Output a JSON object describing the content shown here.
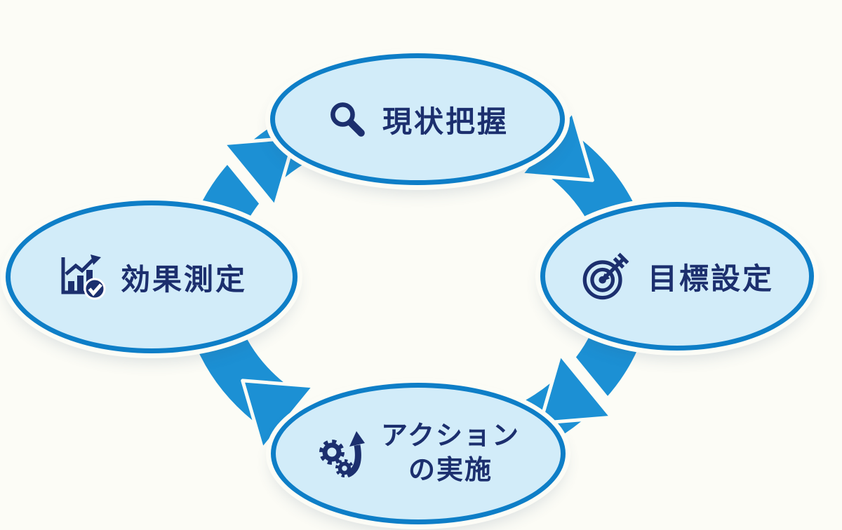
{
  "diagram": {
    "type": "cycle",
    "direction": "clockwise",
    "colors": {
      "background": "#fcfcf6",
      "ring_blue": "#1c90d4",
      "node_fill": "#d2ecf9",
      "node_border": "#0e7ec7",
      "label_navy": "#1c2f6e"
    },
    "nodes": [
      {
        "id": "current-state-analysis",
        "position": "top",
        "label": "現状把握",
        "icon": "magnifier-icon"
      },
      {
        "id": "goal-setting",
        "position": "right",
        "label": "目標設定",
        "icon": "target-icon"
      },
      {
        "id": "action-execution",
        "position": "bottom",
        "label": "アクションの実施",
        "lines": [
          "アクション",
          "の実施"
        ],
        "icon": "gears-arrow-icon"
      },
      {
        "id": "effect-measurement",
        "position": "left",
        "label": "効果測定",
        "icon": "chart-check-icon"
      }
    ]
  }
}
